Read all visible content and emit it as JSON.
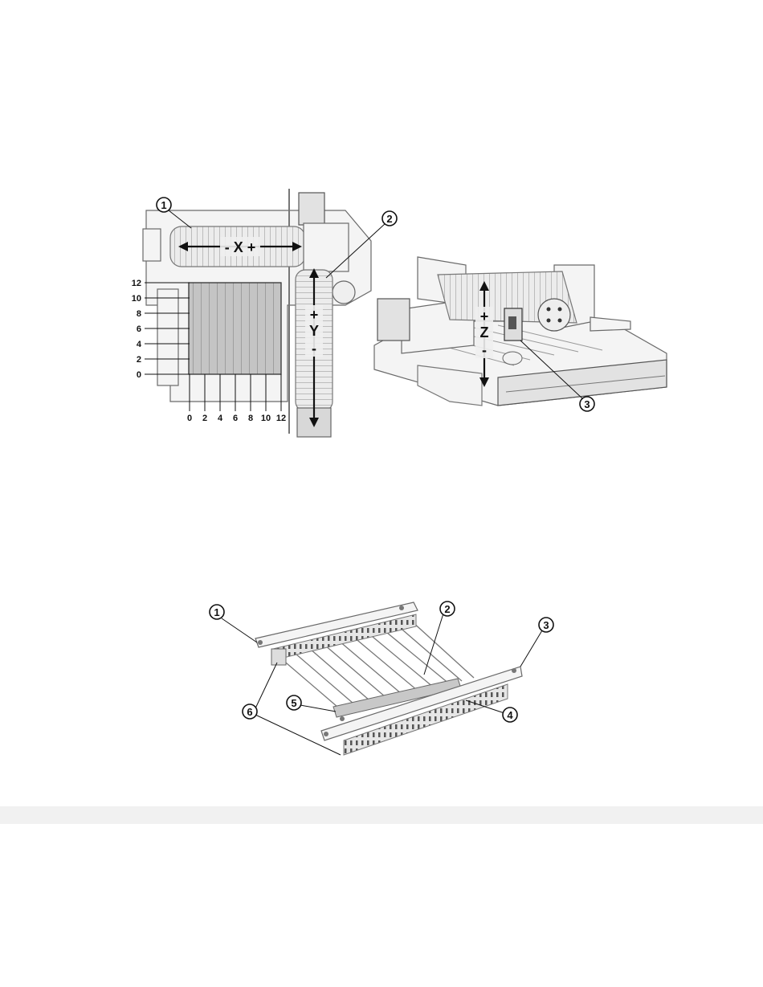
{
  "figure_top": {
    "left_view": {
      "callouts": [
        "1",
        "2"
      ],
      "axis_x_label": "- X +",
      "axis_y": {
        "plus": "+",
        "letter": "Y",
        "minus": "-"
      },
      "y_ticks": [
        "12",
        "10",
        "8",
        "6",
        "4",
        "2",
        "0"
      ],
      "x_ticks": [
        "0",
        "2",
        "4",
        "6",
        "8",
        "10",
        "12"
      ]
    },
    "right_view": {
      "callouts": [
        "3"
      ],
      "axis_z": {
        "plus": "+",
        "letter": "Z",
        "minus": "-"
      }
    }
  },
  "figure_bottom": {
    "callouts": [
      "1",
      "2",
      "3",
      "4",
      "5",
      "6"
    ]
  }
}
